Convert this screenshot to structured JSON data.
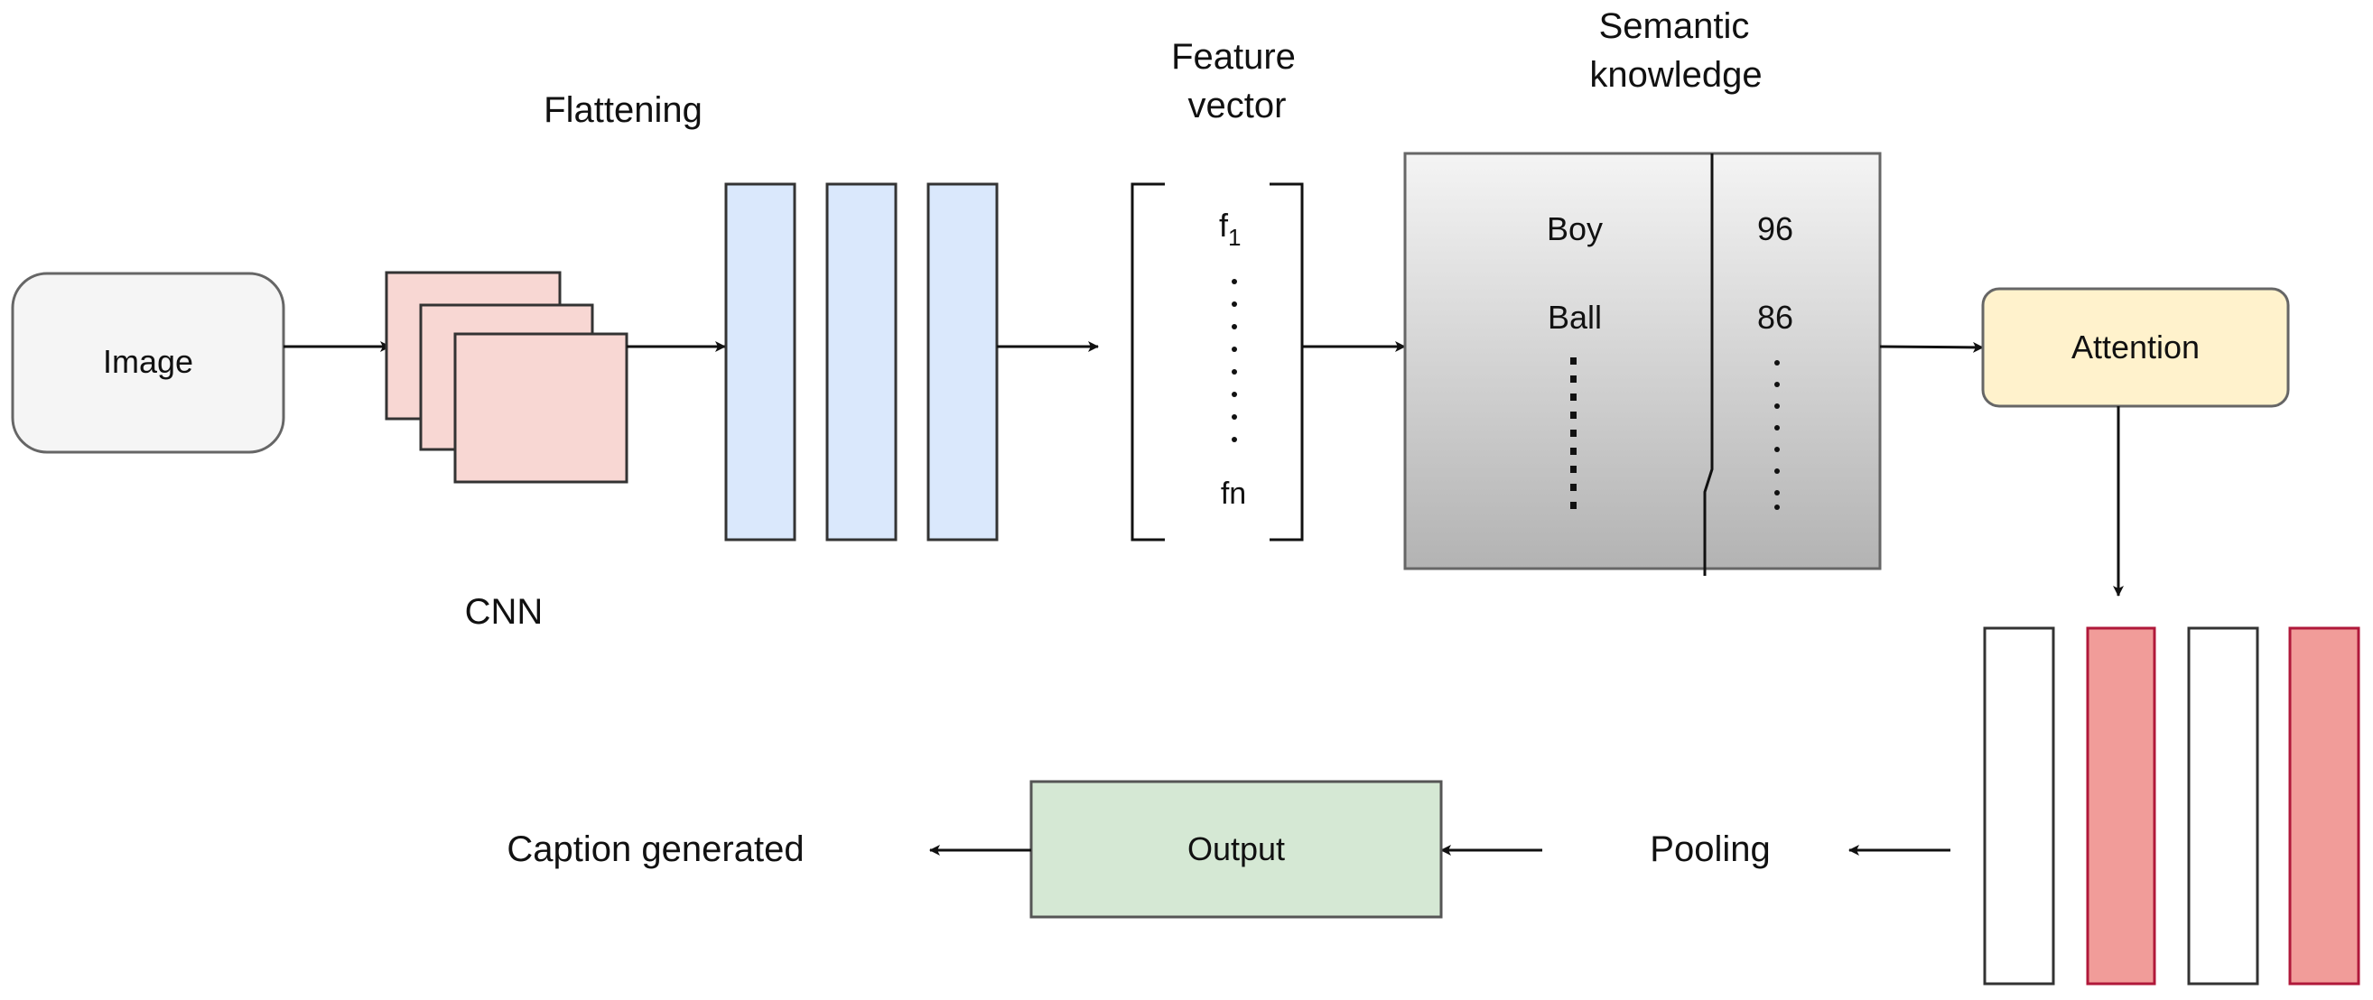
{
  "labels": {
    "image": "Image",
    "flattening": "Flattening",
    "cnn": "CNN",
    "feature_vector_line1": "Feature",
    "feature_vector_line2": "vector",
    "f1": "f",
    "f1_sub": "1",
    "fn": "fn",
    "semantic_line1": "Semantic",
    "semantic_line2": "knowledge",
    "word1": "Boy",
    "word2": "Ball",
    "score1": "96",
    "score2": "86",
    "attention": "Attention",
    "pooling": "Pooling",
    "output": "Output",
    "caption": "Caption generated"
  },
  "colors": {
    "image_box": "#f5f5f5",
    "cnn_maps": "#f8d7d3",
    "flatten_layers": "#dae8fc",
    "attention_box": "#fff2cc",
    "output_box": "#d5e8d4",
    "pool_red": "#f19c99",
    "pool_white": "#ffffff"
  }
}
